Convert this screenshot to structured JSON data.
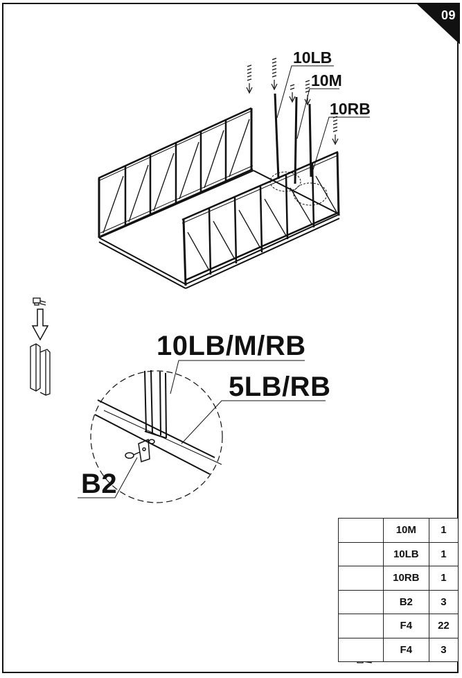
{
  "step": {
    "number": "09"
  },
  "callouts": {
    "top": [
      "10LB",
      "10M",
      "10RB"
    ],
    "detail_bar": "10LB/M/RB",
    "detail_rail": "5LB/RB",
    "detail_bracket": "B2"
  },
  "parts_table": {
    "rows": [
      {
        "icon": "t-profile-icon",
        "code": "10M",
        "qty": "1"
      },
      {
        "icon": "t-profile-icon",
        "code": "10LB",
        "qty": "1"
      },
      {
        "icon": "t-profile-icon",
        "code": "10RB",
        "qty": "1"
      },
      {
        "icon": "bracket-icon",
        "code": "B2",
        "qty": "3"
      },
      {
        "icon": "bolt-icon",
        "code": "F4",
        "qty": "22"
      },
      {
        "icon": "bolt-nut-icon",
        "code": "F4",
        "qty": "3"
      }
    ]
  }
}
